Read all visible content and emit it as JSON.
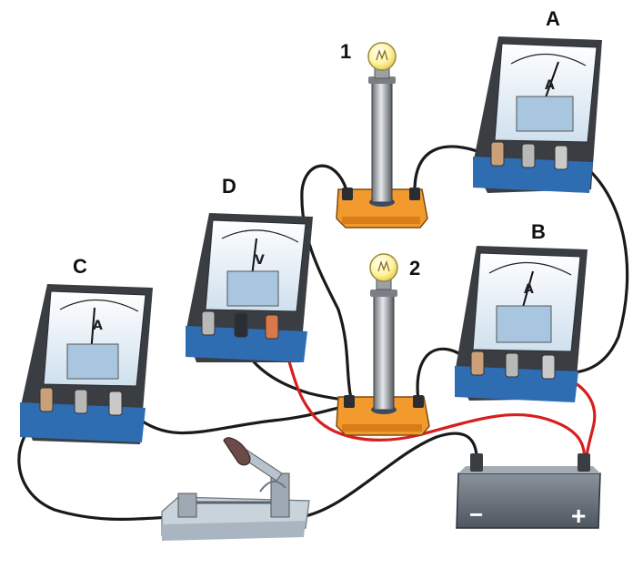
{
  "labels": {
    "ammeter_a": "A",
    "ammeter_b": "B",
    "ammeter_c": "C",
    "voltmeter_d": "D",
    "bulb_1": "1",
    "bulb_2": "2"
  },
  "meter_symbols": {
    "ammeter": "A",
    "voltmeter": "V"
  },
  "battery": {
    "minus": "−",
    "plus": "+"
  },
  "colors": {
    "wire_black": "#1a1a1a",
    "wire_red": "#d81e1e",
    "meter_body": "#3a3d42",
    "meter_face": "#eef4fa",
    "meter_base_blue": "#2f6db3",
    "socket_orange": "#f39a2e",
    "battery_body": "#5e6770",
    "switch_base": "#c9d3dc",
    "bulb_glass": "#fff3a0"
  }
}
